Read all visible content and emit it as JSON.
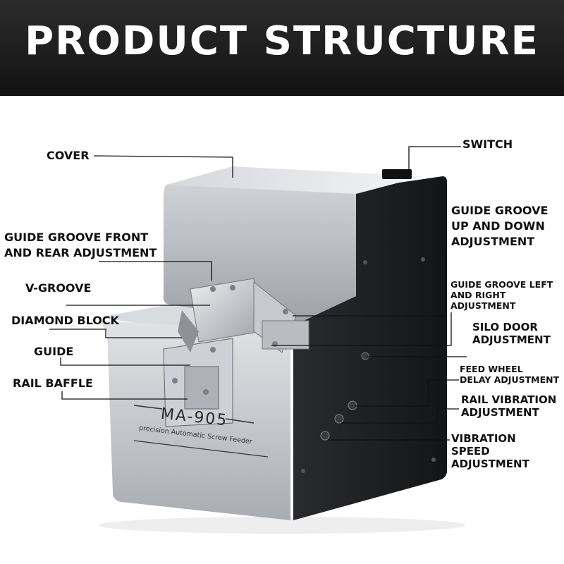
{
  "header": {
    "title": "PRODUCT STRUCTURE"
  },
  "product": {
    "model": "MA-905",
    "tagline": "precision Automatic Screw Feeder"
  },
  "labels": {
    "cover": "COVER",
    "switch": "SWITCH",
    "guide_groove_front_rear": "GUIDE GROOVE FRONT\nAND REAR ADJUSTMENT",
    "guide_groove_up_down": "GUIDE GROOVE\nUP AND DOWN\nADJUSTMENT",
    "v_groove": "V-GROOVE",
    "guide_groove_left_right": "GUIDE GROOVE LEFT\nAND RIGHT\nADJUSTMENT",
    "diamond_block": "DIAMOND BLOCK",
    "silo_door": "SILO DOOR\nADJUSTMENT",
    "guide": "GUIDE",
    "feed_wheel_delay": "FEED WHEEL\nDELAY ADJUSTMENT",
    "rail_baffle": "RAIL BAFFLE",
    "rail_vibration": "RAIL VIBRATION\nADJUSTMENT",
    "vibration_speed": "VIBRATION\nSPEED\nADJUSTMENT"
  },
  "colors": {
    "header_bg": "#1a1a1a",
    "body_silver": "#c9ccd0",
    "side_dark": "#1e1f22"
  }
}
